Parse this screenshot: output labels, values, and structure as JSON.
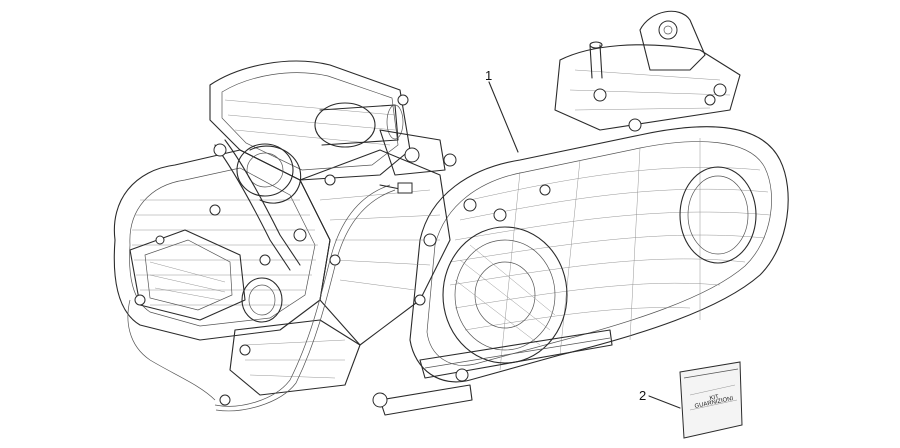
{
  "callouts": [
    {
      "id": "1",
      "label": "1"
    },
    {
      "id": "2",
      "label": "2"
    }
  ],
  "kit_bag": {
    "line1": "KIT",
    "line2": "GUARNIZIONI"
  }
}
